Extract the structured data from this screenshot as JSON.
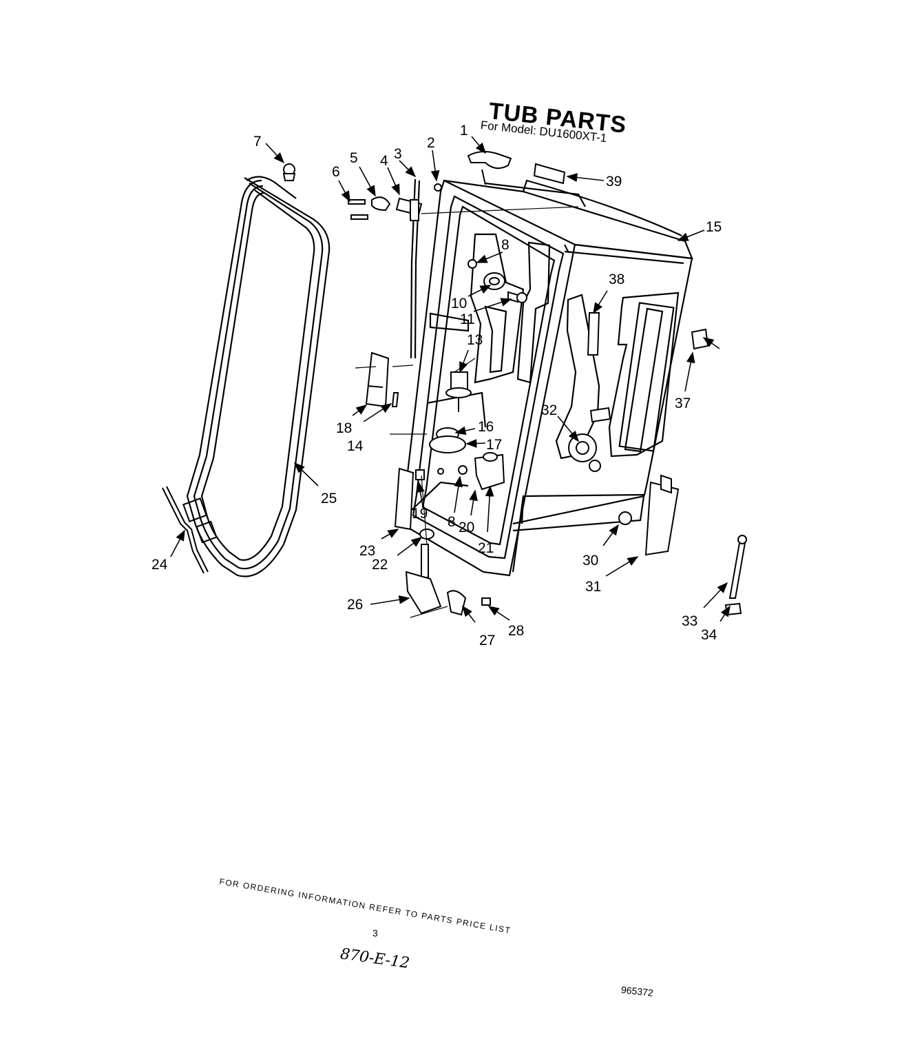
{
  "header": {
    "title": "TUB PARTS",
    "subtitle": "For Model: DU1600XT-1"
  },
  "footer": {
    "ordering_note": "FOR ORDERING INFORMATION REFER TO PARTS PRICE LIST",
    "page_number": "3",
    "handwritten_code": "870-E-12",
    "document_number": "965372"
  },
  "callouts": [
    "1",
    "2",
    "3",
    "4",
    "5",
    "6",
    "7",
    "8",
    "10",
    "11",
    "13",
    "14",
    "15",
    "16",
    "17",
    "18",
    "19",
    "8",
    "20",
    "21",
    "22",
    "23",
    "24",
    "25",
    "26",
    "27",
    "28",
    "30",
    "31",
    "32",
    "33",
    "34",
    "37",
    "38",
    "39"
  ],
  "colors": {
    "ink": "#000000",
    "paper": "#ffffff"
  }
}
